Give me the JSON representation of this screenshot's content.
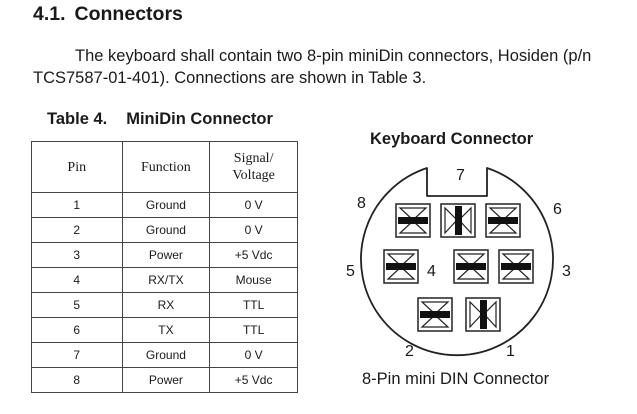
{
  "section": {
    "number": "4.1.",
    "title": "Connectors"
  },
  "paragraph": "The keyboard shall contain two 8-pin miniDin connectors, Hosiden (p/n TCS7587-01-401). Connections are shown in Table 3.",
  "table": {
    "caption_number": "Table 4.",
    "caption_title": "MiniDin Connector",
    "headers": {
      "pin": "Pin",
      "function": "Function",
      "signal_line1": "Signal/",
      "signal_line2": "Voltage"
    },
    "rows": [
      {
        "pin": "1",
        "function": "Ground",
        "signal": "0 V"
      },
      {
        "pin": "2",
        "function": "Ground",
        "signal": "0 V"
      },
      {
        "pin": "3",
        "function": "Power",
        "signal": "+5 Vdc"
      },
      {
        "pin": "4",
        "function": "RX/TX",
        "signal": "Mouse"
      },
      {
        "pin": "5",
        "function": "RX",
        "signal": "TTL"
      },
      {
        "pin": "6",
        "function": "TX",
        "signal": "TTL"
      },
      {
        "pin": "7",
        "function": "Ground",
        "signal": "0 V"
      },
      {
        "pin": "8",
        "function": "Power",
        "signal": "+5 Vdc"
      }
    ]
  },
  "diagram": {
    "title": "Keyboard Connector",
    "caption": "8-Pin mini DIN Connector",
    "pin_labels": {
      "p1": "1",
      "p2": "2",
      "p3": "3",
      "p4": "4",
      "p5": "5",
      "p6": "6",
      "p7": "7",
      "p8": "8"
    }
  }
}
